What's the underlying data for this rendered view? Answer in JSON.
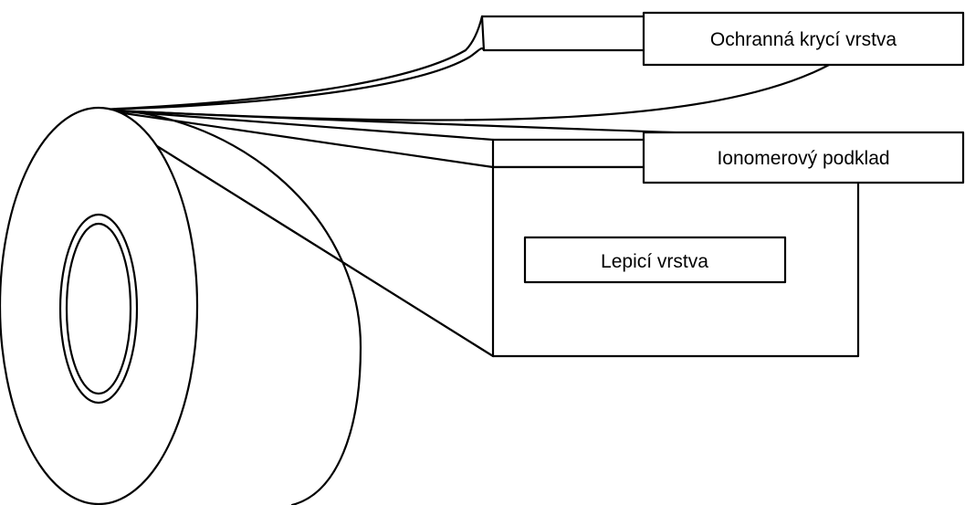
{
  "labels": {
    "protective_cover": "Ochranná krycí vrstva",
    "ionomer_base": "Ionomerový podklad",
    "adhesive_layer": "Lepicí vrstva"
  },
  "colors": {
    "stroke": "#000000",
    "background": "#ffffff"
  }
}
